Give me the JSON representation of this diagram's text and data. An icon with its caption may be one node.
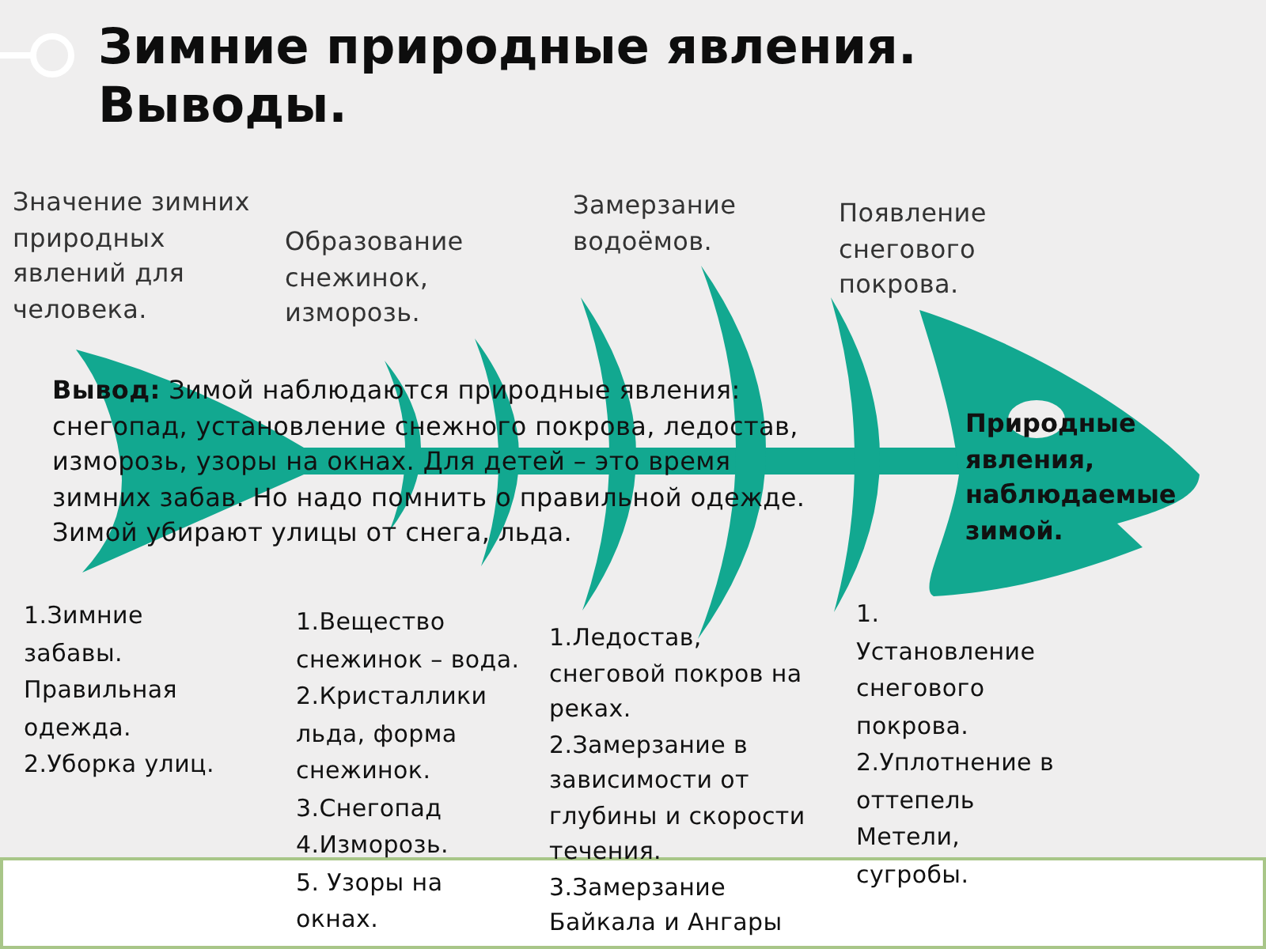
{
  "diagram": {
    "title": "Зимние природные явления. Выводы.",
    "nodes": [
      {
        "text": [
          "Природные явления, наблюдаемые зимой."
        ]
      }
    ],
    "labels": [
      "Значение зимних природных явлений для человека.",
      "Образование снежинок, изморозь.",
      "Замерзание водоёмов.",
      "Появление снегового покрова.",
      "**Вывод:** Зимой наблюдаются природные явления: снегопад, установление снежного покрова, ледостав, изморозь, узоры на окнах. Для детей – это время зимних забав. Но надо помнить о правильной одежде. Зимой убирают улицы от снега, льда.",
      "1.Зимние забавы. Правильная одежда.",
      "2.Уборка улиц.",
      "1.Вещество снежинок – вода.",
      "2.Кристаллики льда, форма снежинок.",
      "3.Снегопад",
      "4.Изморозь.",
      "5. Узоры на окнах.",
      "1.Ледостав, снеговой покров на реках.",
      "2.Замерзание в зависимости от глубины и скорости течения.",
      "3.Замерзание Байкала и Ангары",
      "1. Установление снегового покрова.",
      "2.Уплотнение в оттепель Метели, сугробы."
    ]
  }
}
